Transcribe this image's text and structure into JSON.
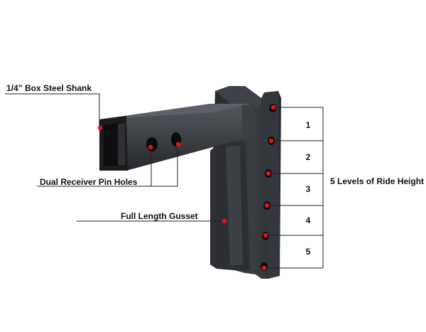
{
  "callouts": {
    "shank": "1/4” Box Steel Shank",
    "pin_holes": "Dual Receiver Pin Holes",
    "gusset": "Full Length Gusset",
    "ride_height": "5 Levels of Ride Height"
  },
  "levels": [
    "1",
    "2",
    "3",
    "4",
    "5"
  ],
  "colors": {
    "metal": "#2c2e31",
    "metal_light": "#4a4d52",
    "marker": "#e3101a",
    "leader": "#222222"
  }
}
